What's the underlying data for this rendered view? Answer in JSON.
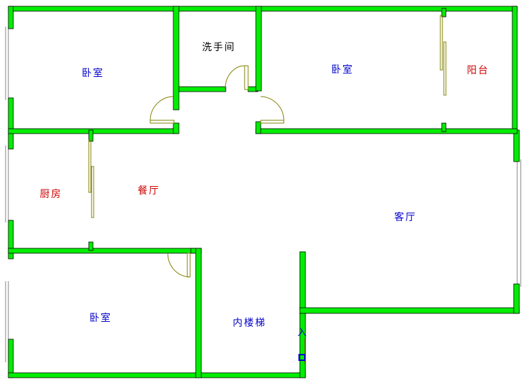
{
  "rooms": {
    "bedroom_top_left": "卧室",
    "washroom": "洗手间",
    "bedroom_top_right": "卧室",
    "balcony": "阳台",
    "kitchen": "厨房",
    "dining_room": "餐厅",
    "living_room": "客厅",
    "bedroom_bottom_left": "卧室",
    "inner_staircase": "内楼梯"
  },
  "entrance": {
    "label": "入"
  },
  "colors": {
    "wall_fill": "#00ee00",
    "wall_outline": "#000000",
    "door_line": "#808000",
    "window_line": "#808080",
    "blue_label": "#0000cc",
    "red_label": "#cc0000"
  }
}
